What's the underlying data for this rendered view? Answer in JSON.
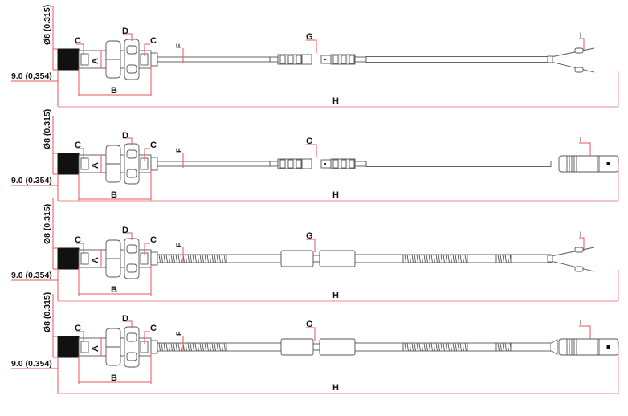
{
  "drawing": {
    "title": "Inductive sensor M8 cable variants – dimensional drawing",
    "colors": {
      "dimension_line": "#e8555a",
      "outline": "#555555",
      "thread": "#111111",
      "text": "#111111"
    },
    "variants": [
      {
        "id": "variant-1",
        "description": "Standard cable, inline connector, flying leads",
        "diameter_label": "Ø8 (0.315)",
        "length_label": "9.0 (0,354)",
        "labels": {
          "A": "A",
          "B": "B",
          "C1": "C",
          "C2": "C",
          "D": "D",
          "cable": "E",
          "G": "G",
          "H": "H",
          "I": "I"
        },
        "cable_type": "plain",
        "termination": "flying-leads",
        "middle": "knurled-connector"
      },
      {
        "id": "variant-2",
        "description": "Standard cable, inline connector, end connector",
        "diameter_label": "Ø8 (0.315)",
        "length_label": "9.0 (0.354)",
        "labels": {
          "A": "A",
          "B": "B",
          "C1": "C",
          "C2": "C",
          "D": "D",
          "cable": "E",
          "G": "G",
          "H": "H",
          "I": "I"
        },
        "cable_type": "plain",
        "termination": "connector",
        "middle": "knurled-connector"
      },
      {
        "id": "variant-3",
        "description": "Armoured cable, sleeve coupling, flying leads",
        "diameter_label": "Ø8 (0.315)",
        "length_label": "9.0 (0.354)",
        "labels": {
          "A": "A",
          "B": "B",
          "C1": "C",
          "C2": "C",
          "D": "D",
          "cable": "F",
          "G": "G",
          "H": "H",
          "I": "I"
        },
        "cable_type": "armoured",
        "termination": "flying-leads",
        "middle": "sleeve-coupling"
      },
      {
        "id": "variant-4",
        "description": "Armoured cable, sleeve coupling, end connector",
        "diameter_label": "Ø8 (0.315)",
        "length_label": "9.0 (0.354)",
        "labels": {
          "A": "A",
          "B": "B",
          "C1": "C",
          "C2": "C",
          "D": "D",
          "cable": "F",
          "G": "G",
          "H": "H",
          "I": "I"
        },
        "cable_type": "armoured",
        "termination": "connector",
        "middle": "sleeve-coupling"
      }
    ]
  }
}
